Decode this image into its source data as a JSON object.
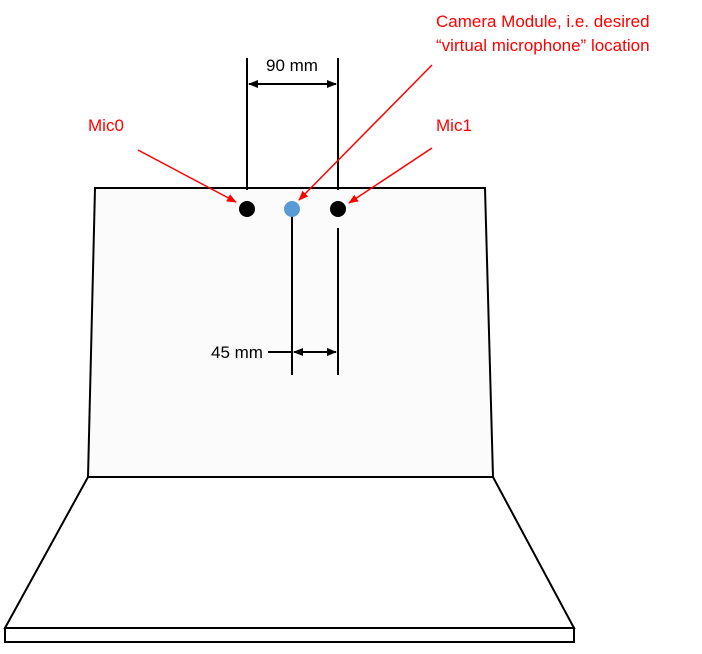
{
  "labels": {
    "mic0": "Mic0",
    "mic1": "Mic1",
    "camera_line1": "Camera Module, i.e. desired",
    "camera_line2": "“virtual microphone” location",
    "spacing_top": "90 mm",
    "spacing_half": "45 mm"
  },
  "colors": {
    "annotation": "#ff0000",
    "outline": "#000000",
    "mic": "#000000",
    "camera": "#5b9bd5",
    "screen_fill": "#fbfbfb"
  }
}
